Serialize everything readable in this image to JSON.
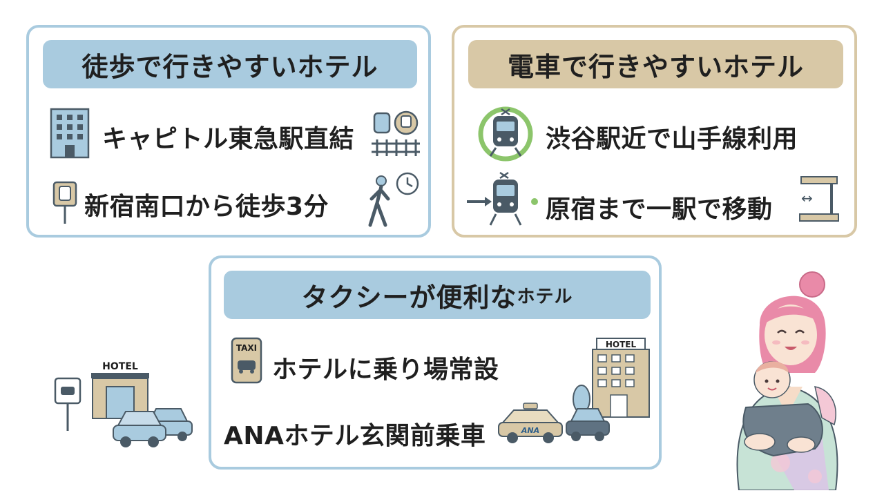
{
  "walking": {
    "title": "徒歩で行きやすいホテル",
    "items": [
      {
        "text": "キャピトル東急駅直結",
        "icon": "office-building-icon"
      },
      {
        "text": "新宿南口から徒歩3分",
        "icon": "bus-stop-sign-icon"
      }
    ]
  },
  "train": {
    "title": "電車で行きやすいホテル",
    "items": [
      {
        "text": "渋谷駅近で山手線利用",
        "icon": "train-circle-icon"
      },
      {
        "text": "原宿まで一駅で移動",
        "icon": "train-arrow-icon"
      }
    ]
  },
  "taxi": {
    "title_main": "タクシーが便利な",
    "title_small": "ホテル",
    "items": [
      {
        "text": "ホテルに乗り場常設",
        "icon": "taxi-sign-icon"
      },
      {
        "text": "ANAホテル玄関前乗車",
        "icon": "ana-taxi-icon"
      }
    ]
  },
  "illustration_labels": {
    "hotel_left": "HOTEL",
    "hotel_right": "HOTEL",
    "taxi_sign": "TAXI",
    "taxi_brand": "ANA",
    "arrow_glyph": "→",
    "double_arrow_glyph": "↔"
  },
  "colors": {
    "blue_accent": "#a9cbdf",
    "tan_accent": "#d8c8a6",
    "green_ring": "#8cc56b",
    "slate": "#4a5a66"
  }
}
